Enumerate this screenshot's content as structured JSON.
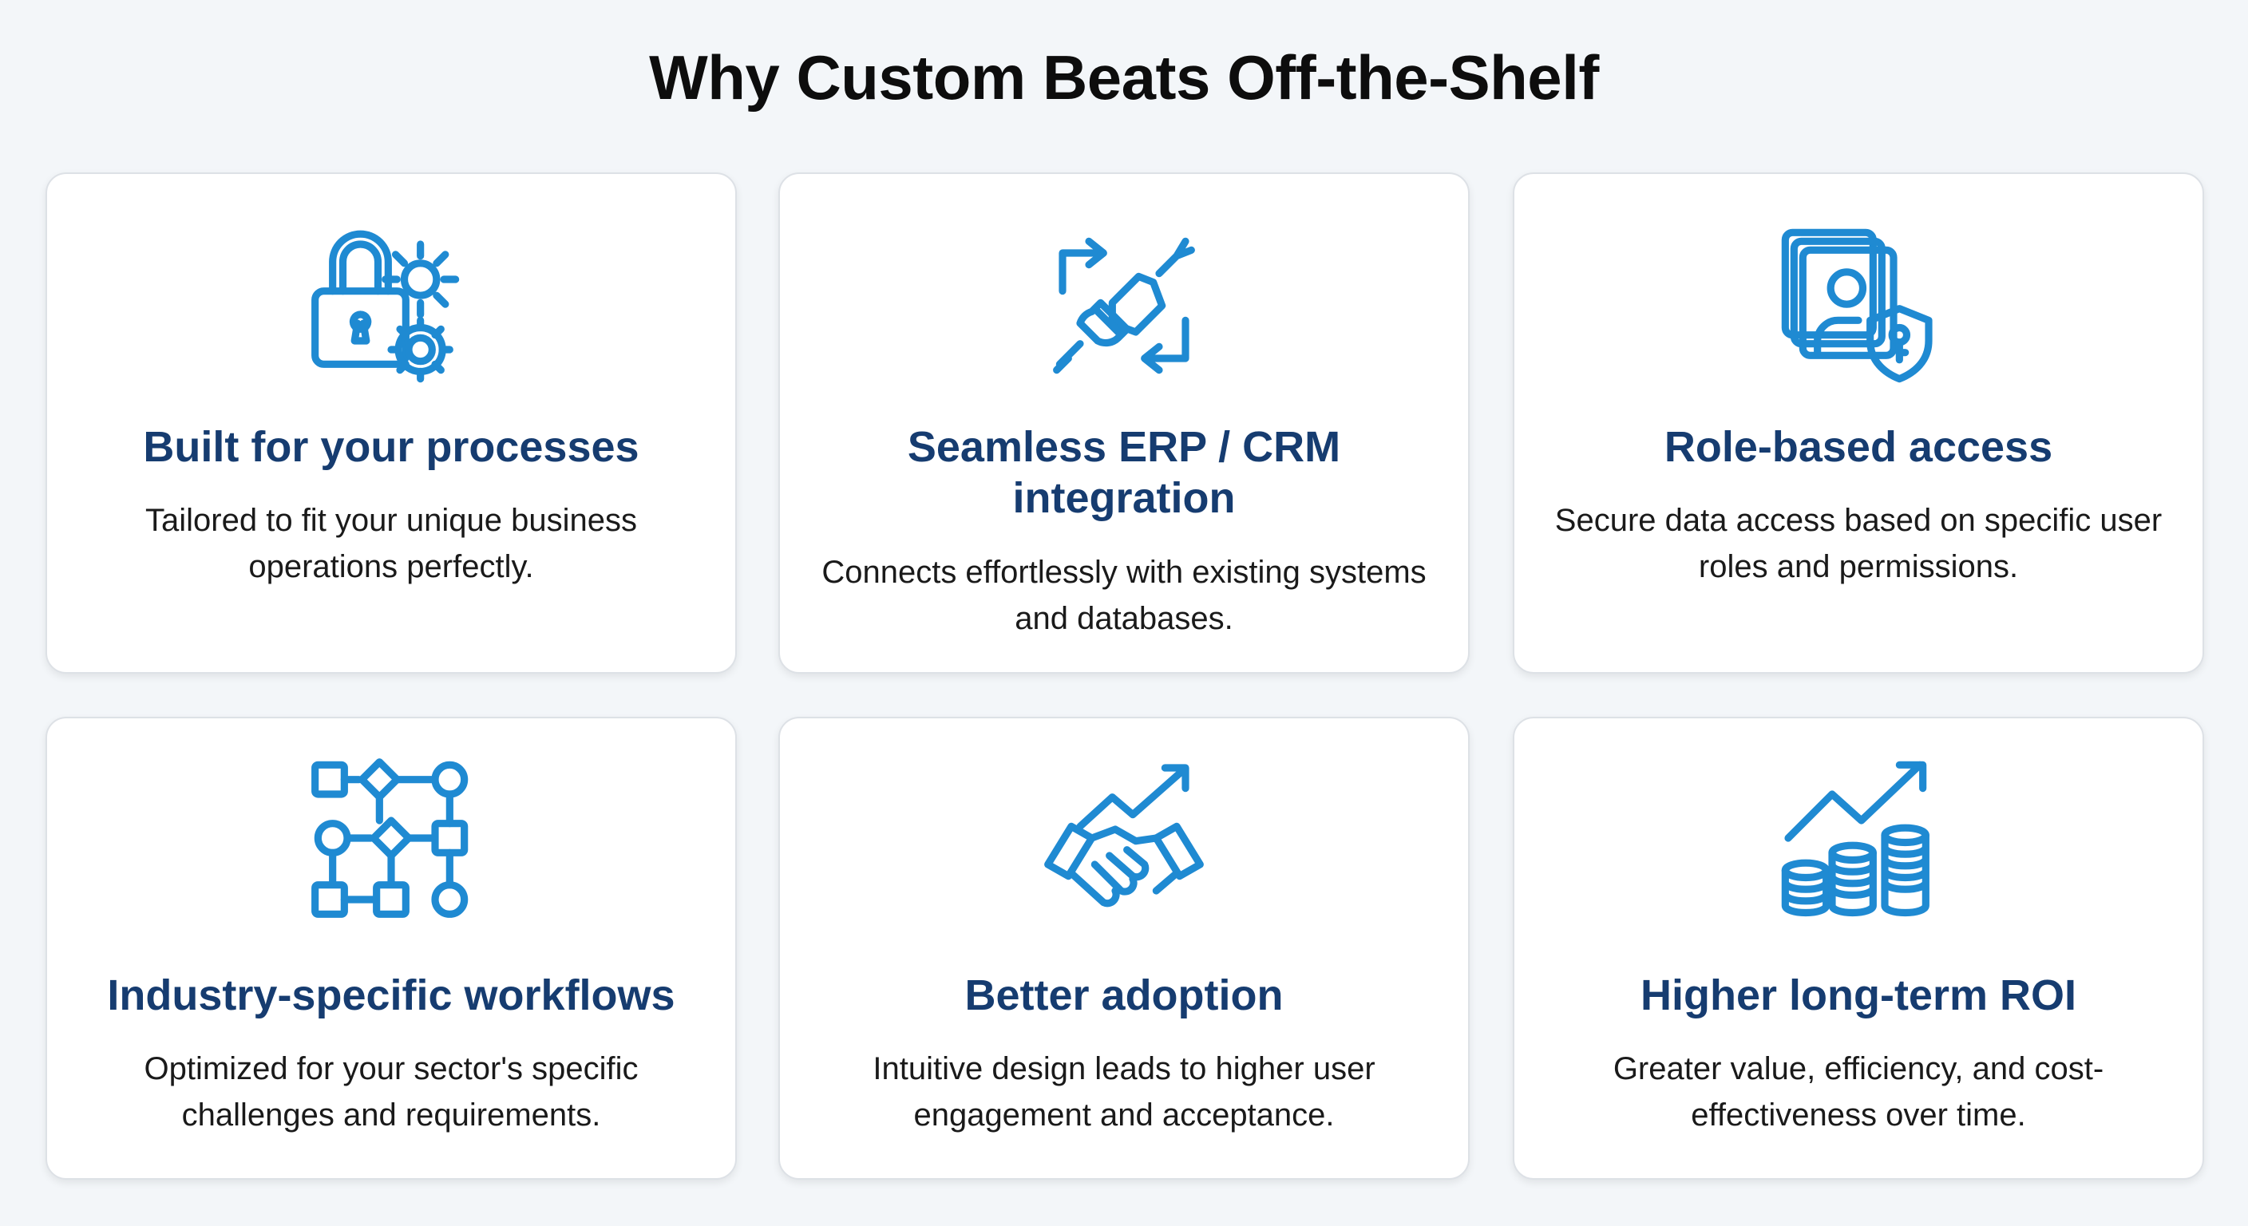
{
  "title": "Why Custom Beats Off-the-Shelf",
  "accent_color": "#1f8ad2",
  "heading_color": "#163c70",
  "cards": [
    {
      "icon": "lock-gear-icon",
      "heading": "Built for your processes",
      "description": "Tailored to fit your unique business operations perfectly."
    },
    {
      "icon": "plug-integration-icon",
      "heading": "Seamless ERP / CRM integration",
      "description": "Connects effortlessly with existing systems and databases."
    },
    {
      "icon": "user-shield-icon",
      "heading": "Role-based access",
      "description": "Secure data access based on specific user roles and permissions."
    },
    {
      "icon": "workflow-icon",
      "heading": "Industry-specific workflows",
      "description": "Optimized for your sector's specific challenges and requirements."
    },
    {
      "icon": "handshake-growth-icon",
      "heading": "Better adoption",
      "description": "Intuitive design leads to higher user engagement and acceptance."
    },
    {
      "icon": "coins-growth-icon",
      "heading": "Higher long-term ROI",
      "description": "Greater value, efficiency, and cost-effectiveness over time."
    }
  ]
}
